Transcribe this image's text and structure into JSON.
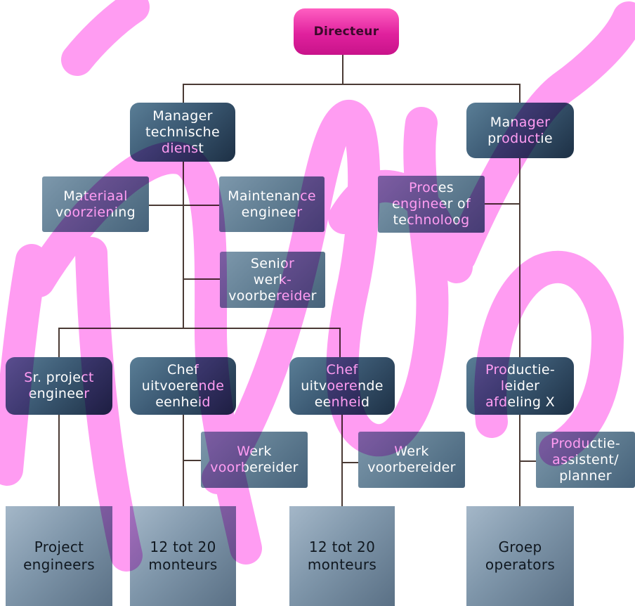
{
  "org_chart": {
    "director": "Directeur",
    "manager_technical": "Manager\ntechnische\ndienst",
    "manager_production": "Manager\nproductie",
    "material_supply": "Materiaal\nvoorziening",
    "maintenance_engineer": "Maintenance\nengineer",
    "process_engineer": "Proces\nengineer of\ntechnoloog",
    "senior_work_planner": "Senior\nwerk-\nvoorbereider",
    "sr_project_engineer": "Sr. project\nengineer",
    "chef_unit_1": "Chef\nuitvoerende\neenheid",
    "chef_unit_2": "Chef\nuitvoerende\neenheid",
    "production_leader": "Productie-\nleider\nafdeling X",
    "work_planner_1": "Werk\nvoorbereider",
    "work_planner_2": "Werk\nvoorbereider",
    "production_assistant": "Productie-\nassistent/\nplanner",
    "project_engineers": "Project\nengineers",
    "mechanics_1": "12 tot 20\nmonteurs",
    "mechanics_2": "12 tot 20\nmonteurs",
    "operators_group": "Groep\noperators"
  },
  "colors": {
    "director_fill": "#e0219d",
    "manager_fill": "#2c4a64",
    "staff_fill": "#5e7b90",
    "leaf_fill": "#7f96aa",
    "connector": "#4a3a34",
    "scribble": "#ff9cf2"
  }
}
